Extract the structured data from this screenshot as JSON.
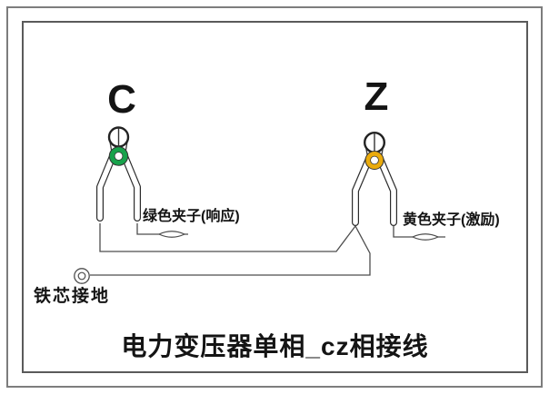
{
  "diagram": {
    "title": "电力变压器单相_cz相接线",
    "clamp_c": {
      "label": "C",
      "caption": "绿色夹子(响应)",
      "color": "#17A24B"
    },
    "clamp_z": {
      "label": "Z",
      "caption": "黄色夹子(激励)",
      "color": "#EAAB0C"
    },
    "ground": {
      "label": "铁芯接地"
    },
    "colors": {
      "wire": "#4d4d4d",
      "clamp_outline": "#2b2b2b",
      "border_outer": "#7d7d7d",
      "border_inner": "#5a5a5a",
      "text": "#141414"
    }
  }
}
